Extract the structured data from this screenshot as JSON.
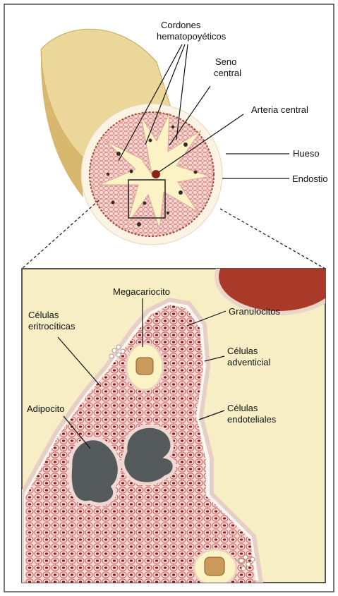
{
  "labels": {
    "cordones": [
      "Cordones",
      "hematopoyéticos"
    ],
    "seno": [
      "Seno",
      "central"
    ],
    "arteria": "Arteria central",
    "hueso": "Hueso",
    "endostio": "Endostio",
    "megacariocito": "Megacariocito",
    "eritrociticas": [
      "Células",
      "eritrocíticas"
    ],
    "granulocitos": "Granulocitos",
    "adventicial": [
      "Células",
      "adventicial"
    ],
    "adipocito": "Adipocito",
    "endoteliales": [
      "Células",
      "endoteliales"
    ]
  },
  "colors": {
    "bone": "#ecd79a",
    "bone_shade": "#d6b66a",
    "marrow_pink": "#f3d3d0",
    "cell_outline": "#c9514f",
    "sinus": "#fbf2c6",
    "panel_bg": "#f8eec6",
    "adipocyte": "#555a5c",
    "artery": "#8b2418",
    "vessel_red": "#a93a2a"
  }
}
